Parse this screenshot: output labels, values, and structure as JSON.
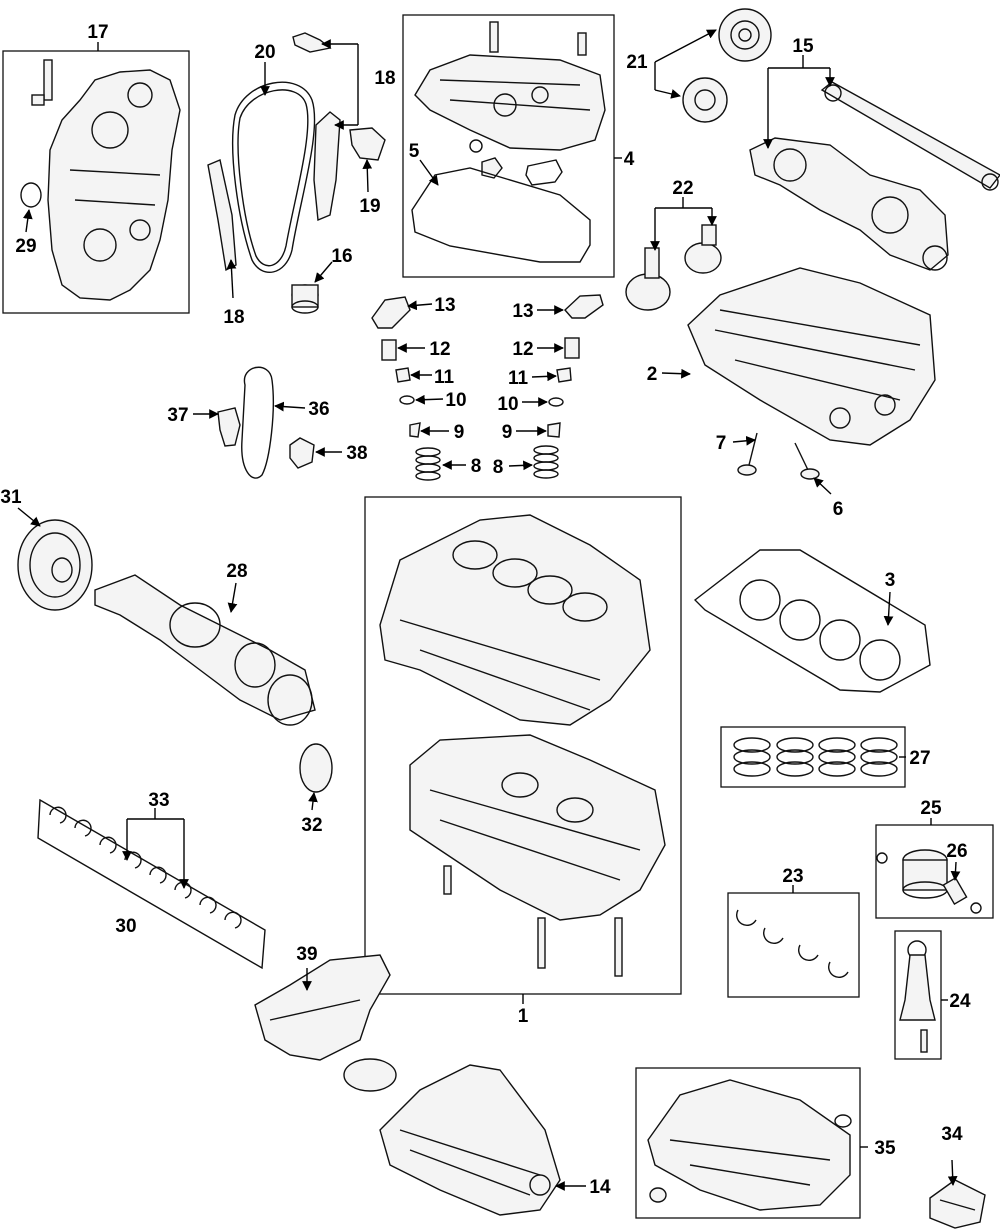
{
  "diagram": {
    "labels": [
      "17",
      "29",
      "20",
      "18",
      "18",
      "19",
      "16",
      "5",
      "4",
      "21",
      "15",
      "22",
      "13",
      "12",
      "11",
      "10",
      "9",
      "8",
      "13",
      "12",
      "11",
      "10",
      "9",
      "8",
      "2",
      "7",
      "6",
      "37",
      "36",
      "38",
      "31",
      "28",
      "3",
      "27",
      "32",
      "33",
      "30",
      "1",
      "25",
      "26",
      "23",
      "24",
      "39",
      "14",
      "35",
      "34"
    ]
  }
}
